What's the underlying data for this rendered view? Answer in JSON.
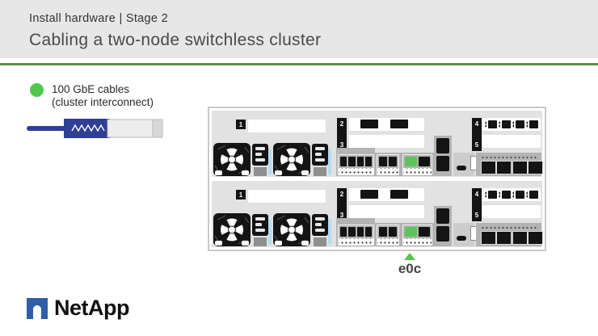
{
  "header": {
    "kicker": "Install hardware | Stage 2",
    "title": "Cabling a two-node switchless cluster"
  },
  "legend": {
    "label_line1": "100 GbE cables",
    "label_line2": "(cluster interconnect)"
  },
  "chassis": {
    "slot_labels": [
      "1",
      "2",
      "3",
      "4",
      "5"
    ]
  },
  "callout": {
    "label": "e0c"
  },
  "footer": {
    "logo_text": "NetApp"
  },
  "icons": {
    "legend_dot": "green-circle",
    "cable": "dac-cable-connector",
    "fan": "psu-fan",
    "power_inlet": "c14-power-inlet",
    "callout_arrow": "up-triangle",
    "logo_mark": "netapp-n-mark"
  },
  "colors": {
    "header_bg": "#e7e7e7",
    "rule_green": "#5d9041",
    "legend_green": "#52c74e",
    "cable_blue": "#2e3f94",
    "port_green": "#5ec45a",
    "panel_gray": "#b3b3b3",
    "logo_blue": "#2f5ea7"
  }
}
